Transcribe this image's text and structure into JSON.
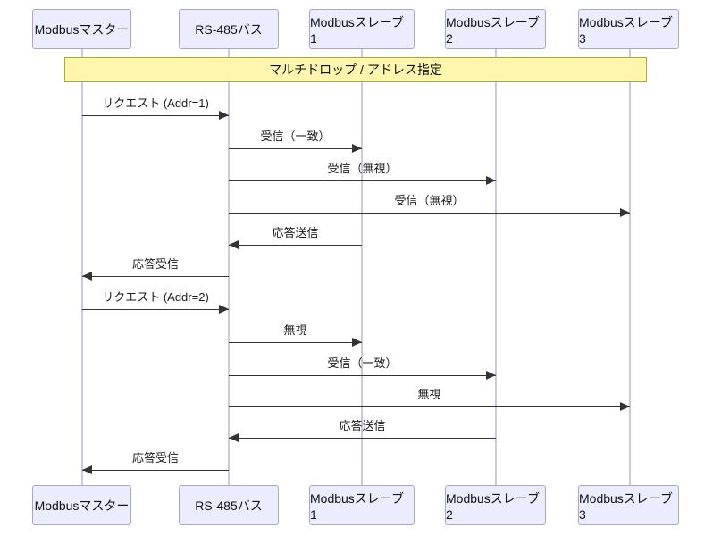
{
  "diagram": {
    "type": "sequence",
    "participants": [
      {
        "name": "Modbusマスター"
      },
      {
        "name": "RS-485バス"
      },
      {
        "name": "Modbusスレーブ 1"
      },
      {
        "name": "Modbusスレーブ 2"
      },
      {
        "name": "Modbusスレーブ 3"
      }
    ],
    "note": {
      "text": "マルチドロップ / アドレス指定",
      "over": [
        "Modbusマスター",
        "Modbusスレーブ 3"
      ]
    },
    "messages": [
      {
        "label": "リクエスト (Addr=1)",
        "from": "Modbusマスター",
        "to": "RS-485バス"
      },
      {
        "label": "受信（一致）",
        "from": "RS-485バス",
        "to": "Modbusスレーブ 1"
      },
      {
        "label": "受信（無視）",
        "from": "RS-485バス",
        "to": "Modbusスレーブ 2"
      },
      {
        "label": "受信（無視）",
        "from": "RS-485バス",
        "to": "Modbusスレーブ 3"
      },
      {
        "label": "応答送信",
        "from": "Modbusスレーブ 1",
        "to": "RS-485バス"
      },
      {
        "label": "応答受信",
        "from": "RS-485バス",
        "to": "Modbusマスター"
      },
      {
        "label": "リクエスト (Addr=2)",
        "from": "Modbusマスター",
        "to": "RS-485バス"
      },
      {
        "label": "無視",
        "from": "RS-485バス",
        "to": "Modbusスレーブ 1"
      },
      {
        "label": "受信（一致）",
        "from": "RS-485バス",
        "to": "Modbusスレーブ 2"
      },
      {
        "label": "無視",
        "from": "RS-485バス",
        "to": "Modbusスレーブ 3"
      },
      {
        "label": "応答送信",
        "from": "Modbusスレーブ 2",
        "to": "RS-485バス"
      },
      {
        "label": "応答受信",
        "from": "RS-485バス",
        "to": "Modbusマスター"
      }
    ],
    "colors": {
      "actor_fill": "#ececff",
      "actor_border": "#a8a8c4",
      "lifeline": "#ccc9e8",
      "note_fill": "#fff5ad",
      "note_border": "#aaaa33",
      "arrow": "#333333",
      "background": "#ffffff"
    }
  }
}
